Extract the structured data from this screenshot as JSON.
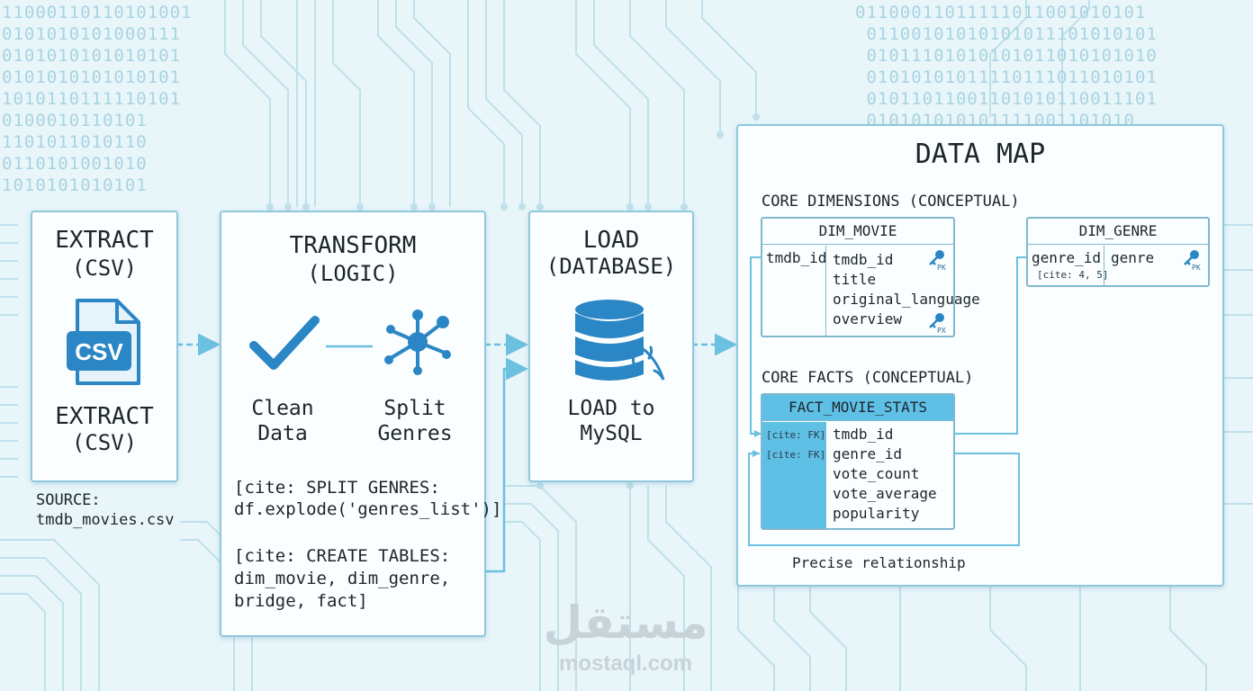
{
  "extract": {
    "title": "EXTRACT",
    "subtitle": "(CSV)",
    "icon_label": "CSV",
    "label_title": "EXTRACT",
    "label_subtitle": "(CSV)",
    "source_label": "SOURCE:",
    "source_file": "tmdb_movies.csv"
  },
  "transform": {
    "title": "TRANSFORM",
    "subtitle": "(LOGIC)",
    "clean_line1": "Clean",
    "clean_line2": "Data",
    "split_line1": "Split",
    "split_line2": "Genres",
    "note1_line1": "[cite: SPLIT GENRES:",
    "note1_line2": "df.explode('genres_list')]",
    "note2_line1": "[cite: CREATE TABLES:",
    "note2_line2": "dim_movie, dim_genre,",
    "note2_line3": "bridge, fact]"
  },
  "load": {
    "title": "LOAD",
    "subtitle": "(DATABASE)",
    "label_line1": "LOAD to",
    "label_line2": "MySQL"
  },
  "datamap": {
    "title": "DATA MAP",
    "dimensions_heading": "CORE DIMENSIONS (CONCEPTUAL)",
    "facts_heading": "CORE FACTS (CONCEPTUAL)",
    "footer_note": "Precise relationship",
    "dim_movie": {
      "name": "DIM_MOVIE",
      "key": "tmdb_id",
      "fields": [
        "tmdb_id",
        "title",
        "original_language",
        "overview"
      ],
      "pk_label_1": "PK",
      "pk_label_2": "PX"
    },
    "dim_genre": {
      "name": "DIM_GENRE",
      "key": "genre_id",
      "key_note": "[cite: 4, 5]",
      "field": "genre",
      "pk_label": "PK"
    },
    "fact": {
      "name": "FACT_MOVIE_STATS",
      "key_notes": [
        "[cite: FK]",
        "[cite: FK]"
      ],
      "fields": [
        "tmdb_id",
        "genre_id",
        "vote_count",
        "vote_average",
        "popularity"
      ]
    }
  },
  "watermark": {
    "arabic": "مستقل",
    "latin": "mostaql.com"
  },
  "colors": {
    "accent": "#2b86c5",
    "accent_dark": "#1f6ea8",
    "border": "#8fc7dc",
    "fact_header": "#5fc0e6",
    "background": "#e8f6fa",
    "circuit": "#b9dde9",
    "arrow": "#6cc0e0"
  },
  "icons": [
    "csv-file-icon",
    "checkmark-icon",
    "network-icon",
    "database-icon",
    "mysql-dolphin-icon",
    "key-icon"
  ]
}
